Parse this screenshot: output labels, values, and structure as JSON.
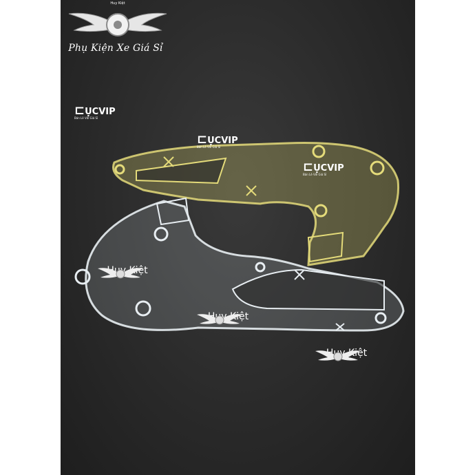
{
  "brand": {
    "badge_text": "Huy Kiệt",
    "tagline": "Phụ Kiện Xe Giá Sỉ"
  },
  "watermarks": {
    "cucvip": "ỤCVIP",
    "cucvip_sub": "Bán Lẻ Với Giá Sỉ",
    "huykiet": "Huy Kiệt"
  },
  "colors": {
    "background": "#2a2a2a",
    "yellow_part": "#d9cf6a",
    "clear_part": "#cfd6dc"
  }
}
